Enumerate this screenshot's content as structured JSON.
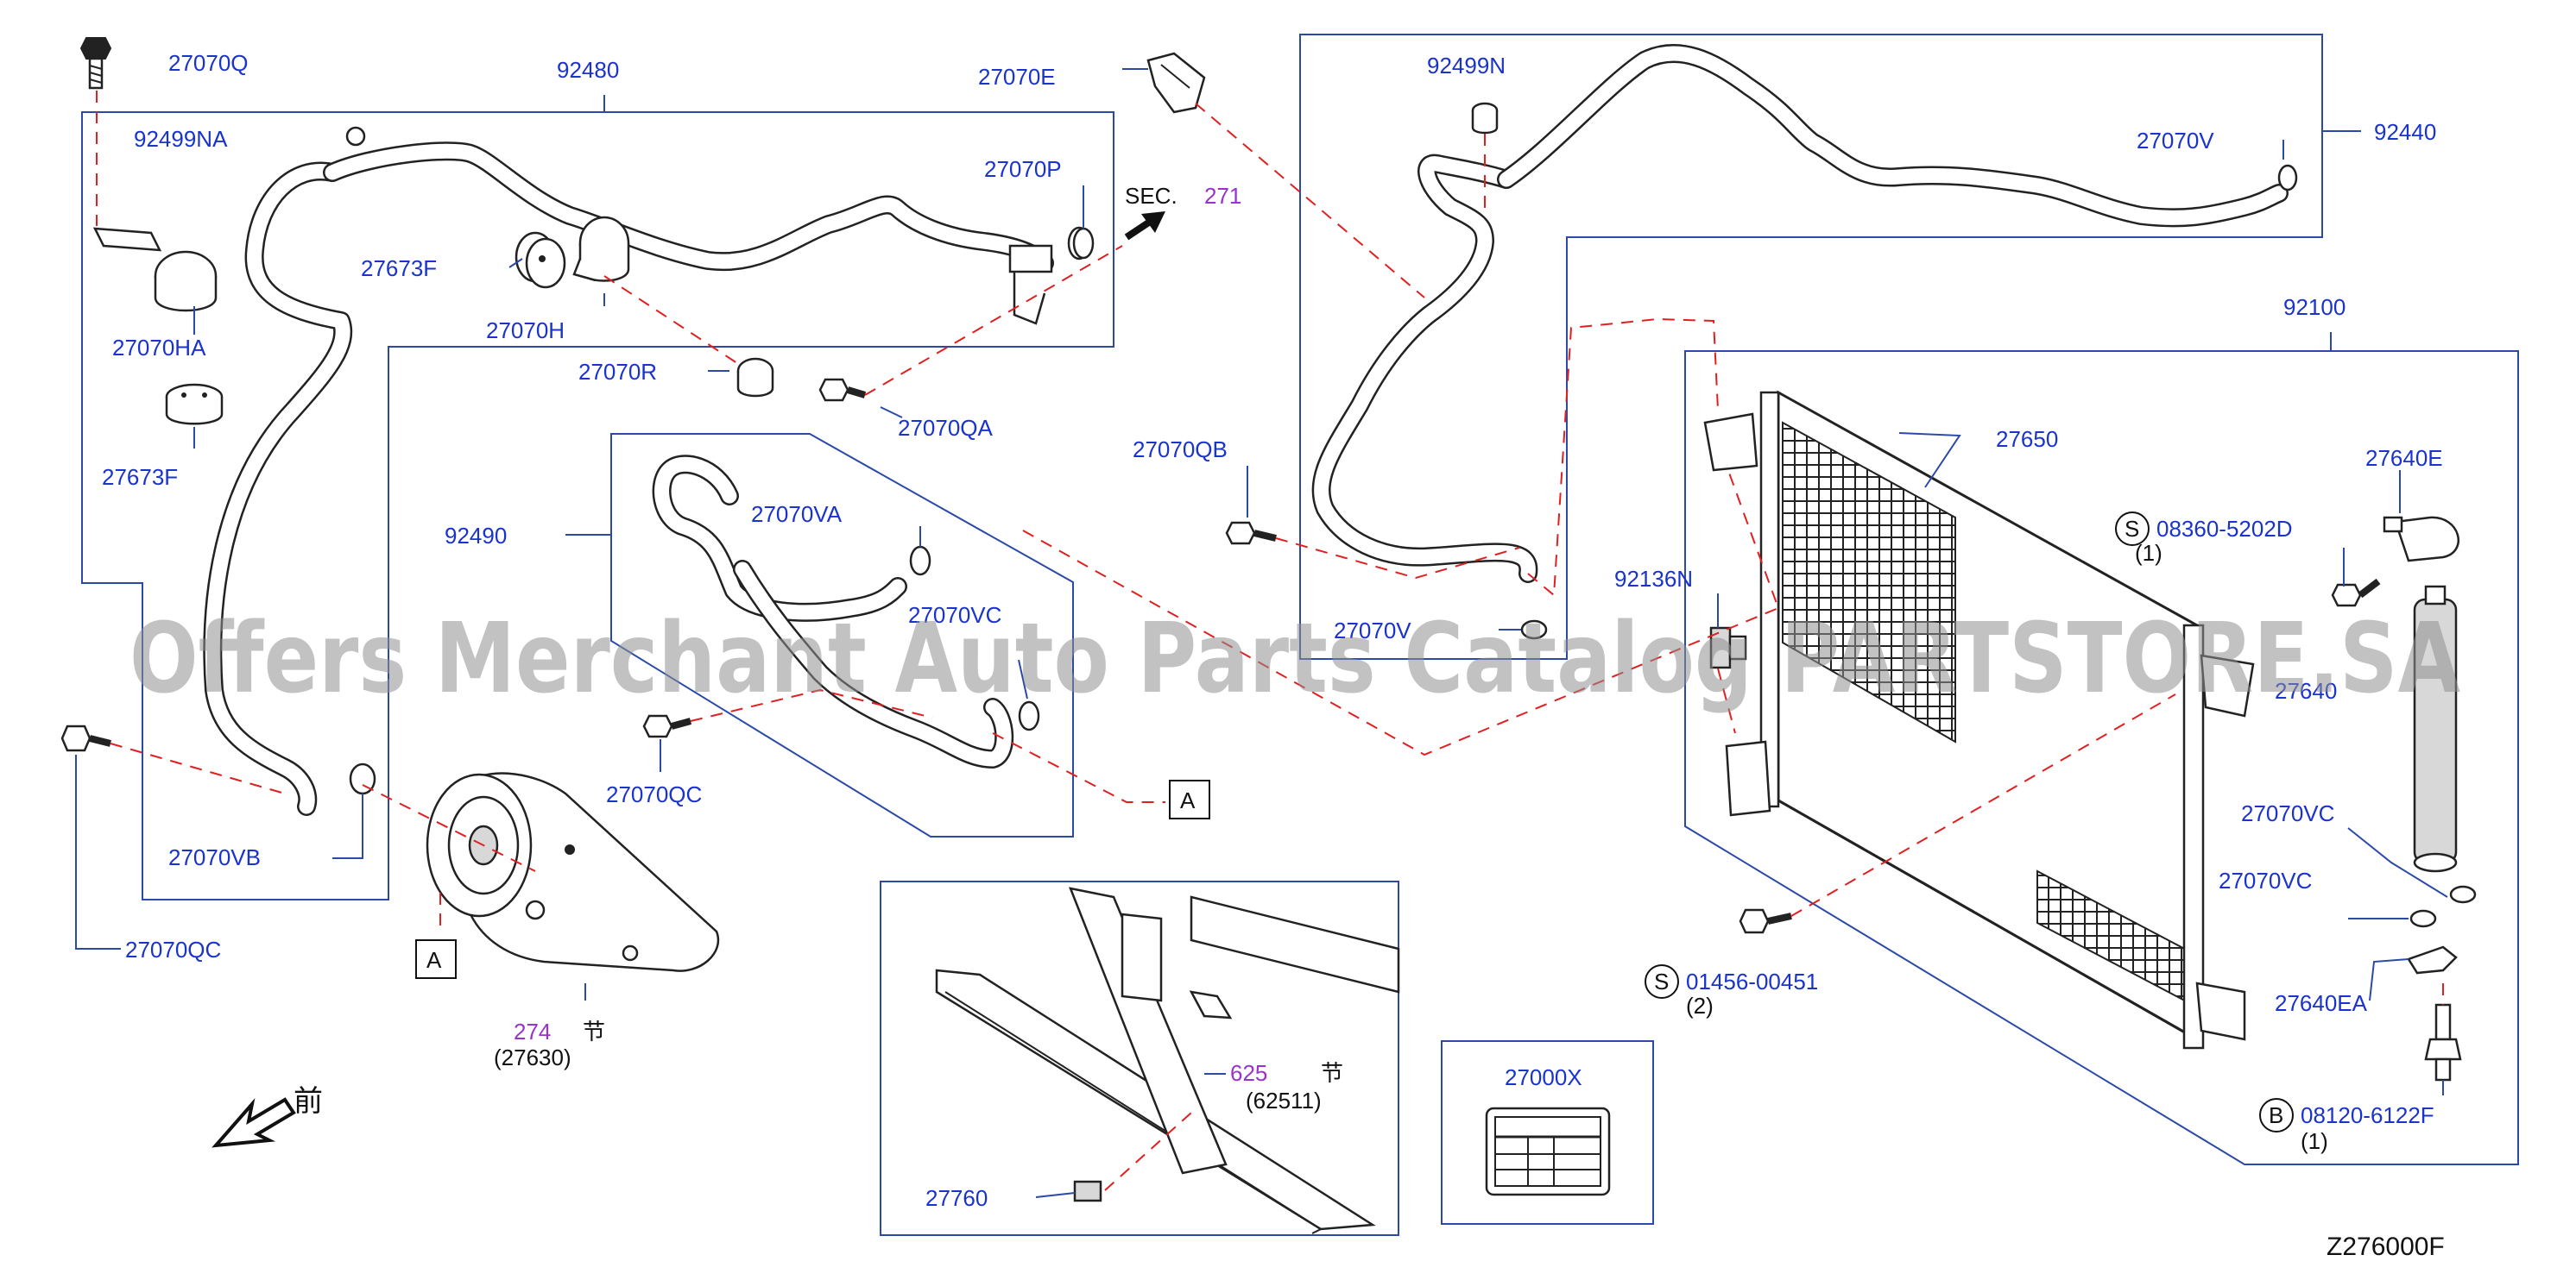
{
  "watermark": "Offers Merchant Auto Parts Catalog PARTSTORE.SA",
  "diagram_code": "Z276000F",
  "front_mark": "前",
  "labels": {
    "p27070Q": "27070Q",
    "p92480": "92480",
    "p92499NA": "92499NA",
    "p27070E": "27070E",
    "p92499N": "92499N",
    "p92440": "92440",
    "p27070V": "27070V",
    "p27070P": "27070P",
    "sec": "SEC.",
    "sec_num": "271",
    "p27673F_a": "27673F",
    "p27070H": "27070H",
    "p27070HA": "27070HA",
    "p27070R": "27070R",
    "p27070QA": "27070QA",
    "p27673F_b": "27673F",
    "p92100": "92100",
    "p27070QB": "27070QB",
    "p27650": "27650",
    "p27640E": "27640E",
    "p92490": "92490",
    "p27070VA": "27070VA",
    "s08360": "08360-5202D",
    "s08360_qty": "(1)",
    "p92136N": "92136N",
    "p27070VC_a": "27070VC",
    "p27070V_b": "27070V",
    "p27640": "27640",
    "p27070QC_a": "27070QC",
    "p27070VB": "27070VB",
    "p27070VC_b": "27070VC",
    "p27070VC_c": "27070VC",
    "p27070QC_b": "27070QC",
    "s01456": "01456-00451",
    "s01456_qty": "(2)",
    "p27640EA": "27640EA",
    "p274": "274",
    "p274_sub": "(27630)",
    "p625": "625",
    "p625_sub": "(62511)",
    "jie": "节",
    "p27000X": "27000X",
    "b08120": "08120-6122F",
    "b08120_qty": "(1)",
    "p27760": "27760",
    "ref_A": "A",
    "circ_S": "S",
    "circ_B": "B"
  }
}
